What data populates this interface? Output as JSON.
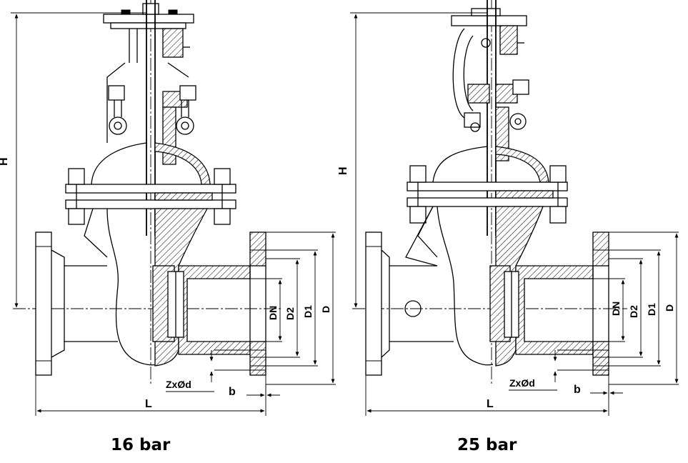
{
  "left_view": {
    "caption": "16 bar",
    "labels": {
      "h": "H",
      "l": "L",
      "dn": "DN",
      "d2": "D2",
      "d1": "D1",
      "d": "D",
      "zxd": "ZxØd",
      "b": "b"
    }
  },
  "right_view": {
    "caption": "25 bar",
    "labels": {
      "h": "H",
      "l": "L",
      "dn": "DN",
      "d2": "D2",
      "d1": "D1",
      "d": "D",
      "zxd": "ZxØd",
      "b": "b"
    }
  }
}
